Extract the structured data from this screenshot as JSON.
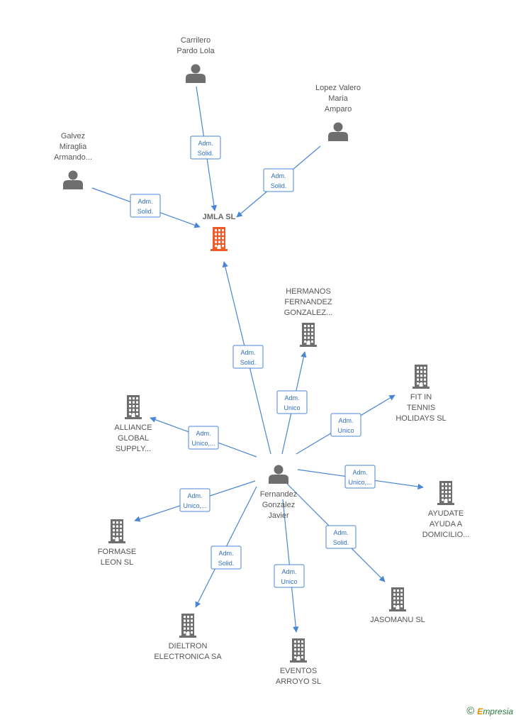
{
  "colors": {
    "edge": "#4a86d4",
    "edge_text": "#2f6fbf",
    "node_person": "#6e6e6e",
    "node_company": "#6e6e6e",
    "node_focus": "#f05a28",
    "label": "#555555"
  },
  "nodes": [
    {
      "id": "jmla",
      "type": "company",
      "focus": true,
      "lines": [
        "JMLA  SL"
      ]
    },
    {
      "id": "carrilero",
      "type": "person",
      "lines": [
        "Carrilero",
        "Pardo Lola"
      ]
    },
    {
      "id": "lopez",
      "type": "person",
      "lines": [
        "Lopez Valero",
        "Maria",
        "Amparo"
      ]
    },
    {
      "id": "galvez",
      "type": "person",
      "lines": [
        "Galvez",
        "Miraglia",
        "Armando..."
      ]
    },
    {
      "id": "fernandez",
      "type": "person",
      "lines": [
        "Fernandez",
        "Gonzalez",
        "Javier"
      ]
    },
    {
      "id": "hermanos",
      "type": "company",
      "lines": [
        "HERMANOS",
        "FERNANDEZ",
        "GONZALEZ..."
      ]
    },
    {
      "id": "fitin",
      "type": "company",
      "lines": [
        "FIT IN",
        "TENNIS",
        "HOLIDAYS  SL"
      ]
    },
    {
      "id": "alliance",
      "type": "company",
      "lines": [
        "ALLIANCE",
        "GLOBAL",
        "SUPPLY..."
      ]
    },
    {
      "id": "ayudate",
      "type": "company",
      "lines": [
        "AYUDATE",
        "AYUDA A",
        "DOMICILIO..."
      ]
    },
    {
      "id": "formase",
      "type": "company",
      "lines": [
        "FORMASE",
        "LEON  SL"
      ]
    },
    {
      "id": "jasomanu",
      "type": "company",
      "lines": [
        "JASOMANU  SL"
      ]
    },
    {
      "id": "dieltron",
      "type": "company",
      "lines": [
        "DIELTRON",
        "ELECTRONICA SA"
      ]
    },
    {
      "id": "eventos",
      "type": "company",
      "lines": [
        "EVENTOS",
        "ARROYO  SL"
      ]
    }
  ],
  "edges": [
    {
      "from": "carrilero",
      "to": "jmla",
      "lines": [
        "Adm.",
        "Solid."
      ]
    },
    {
      "from": "lopez",
      "to": "jmla",
      "lines": [
        "Adm.",
        "Solid."
      ]
    },
    {
      "from": "galvez",
      "to": "jmla",
      "lines": [
        "Adm.",
        "Solid."
      ]
    },
    {
      "from": "fernandez",
      "to": "jmla",
      "lines": [
        "Adm.",
        "Solid."
      ]
    },
    {
      "from": "fernandez",
      "to": "hermanos",
      "lines": [
        "Adm.",
        "Unico"
      ]
    },
    {
      "from": "fernandez",
      "to": "fitin",
      "lines": [
        "Adm.",
        "Unico"
      ]
    },
    {
      "from": "fernandez",
      "to": "alliance",
      "lines": [
        "Adm.",
        "Unico,..."
      ]
    },
    {
      "from": "fernandez",
      "to": "ayudate",
      "lines": [
        "Adm.",
        "Unico,..."
      ]
    },
    {
      "from": "fernandez",
      "to": "formase",
      "lines": [
        "Adm.",
        "Unico,..."
      ]
    },
    {
      "from": "fernandez",
      "to": "jasomanu",
      "lines": [
        "Adm.",
        "Solid."
      ]
    },
    {
      "from": "fernandez",
      "to": "dieltron",
      "lines": [
        "Adm.",
        "Solid."
      ]
    },
    {
      "from": "fernandez",
      "to": "eventos",
      "lines": [
        "Adm.",
        "Unico"
      ]
    }
  ],
  "brand": {
    "symbol": "©",
    "first": "E",
    "rest": "mpresia"
  }
}
